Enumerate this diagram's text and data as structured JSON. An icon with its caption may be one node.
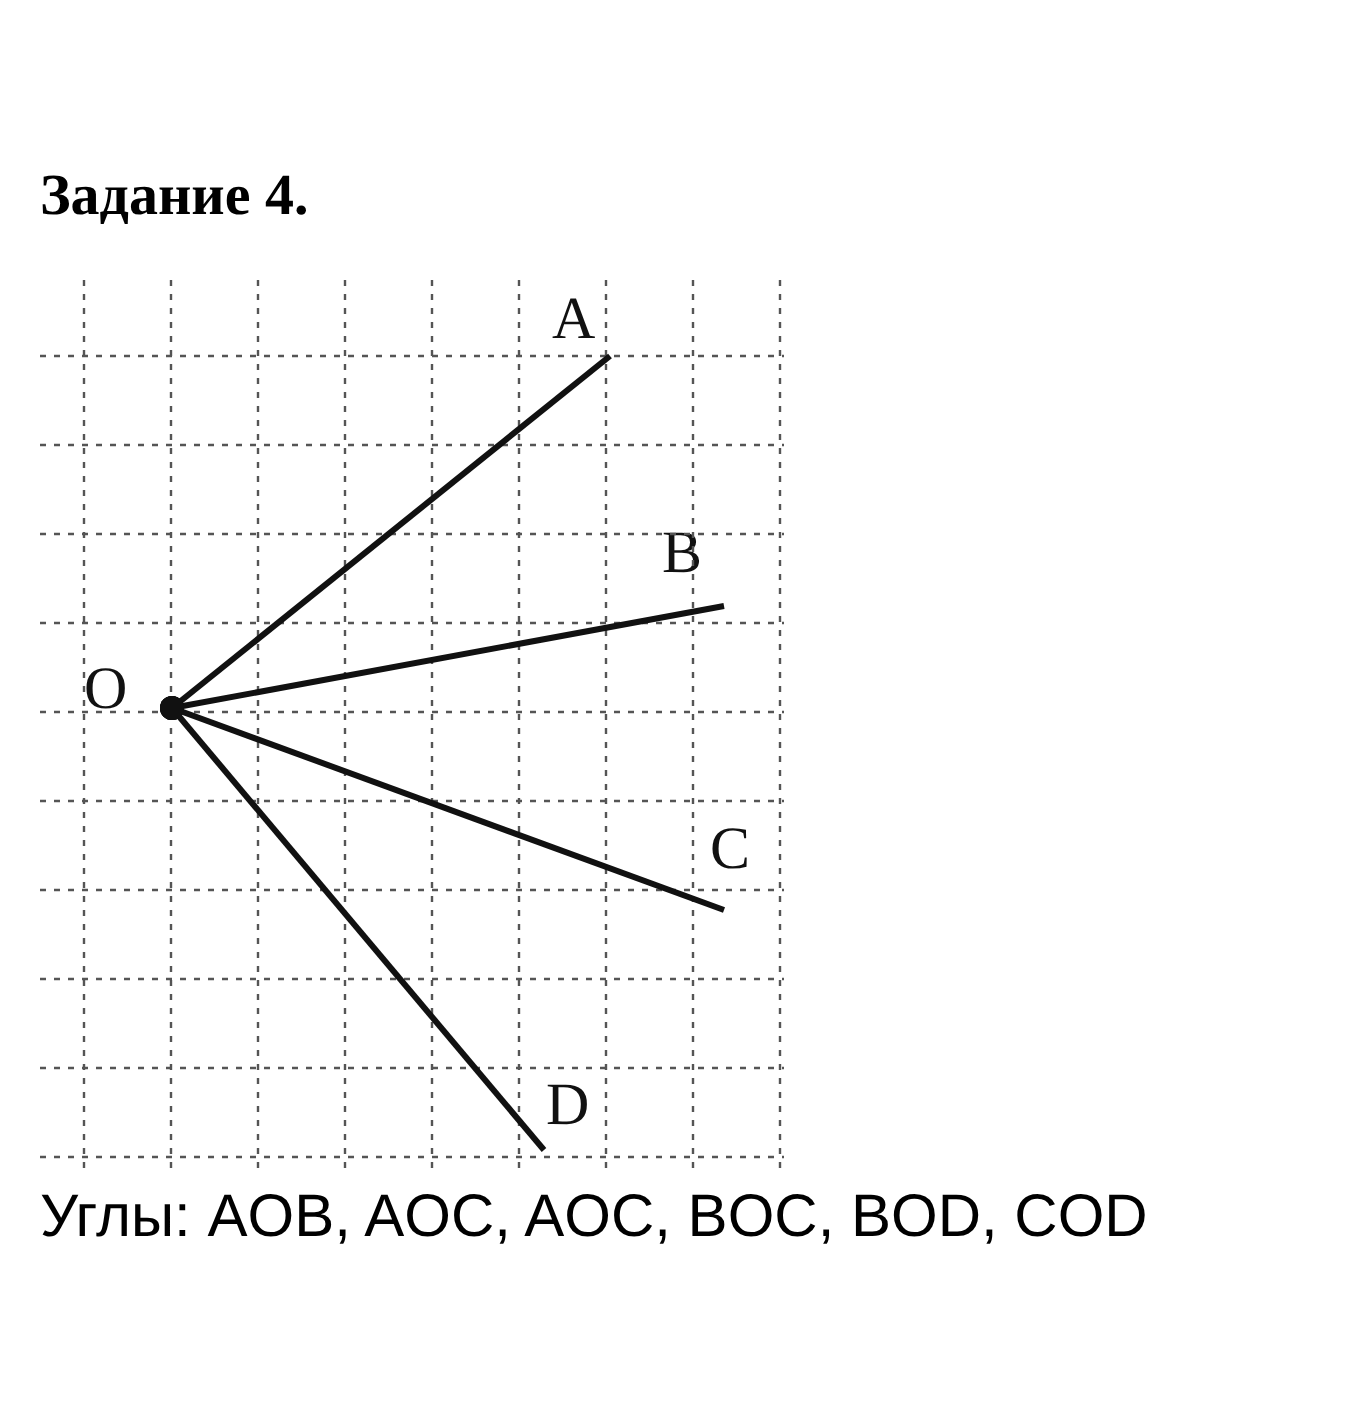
{
  "diagram": {
    "title": "Задание 4.",
    "caption": "Углы: AOB, AOC, AOC, BOC, BOD, COD",
    "nodes": [
      {
        "text": [
          "O"
        ]
      },
      {
        "text": [
          "A"
        ]
      },
      {
        "text": [
          "B"
        ]
      },
      {
        "text": [
          "C"
        ]
      },
      {
        "text": [
          "D"
        ]
      }
    ],
    "edges": [
      {
        "from": 0,
        "to": 1,
        "arrow": "other"
      },
      {
        "from": 0,
        "to": 2,
        "arrow": "other"
      },
      {
        "from": 0,
        "to": 3,
        "arrow": "other"
      },
      {
        "from": 0,
        "to": 4,
        "arrow": "other"
      }
    ]
  }
}
